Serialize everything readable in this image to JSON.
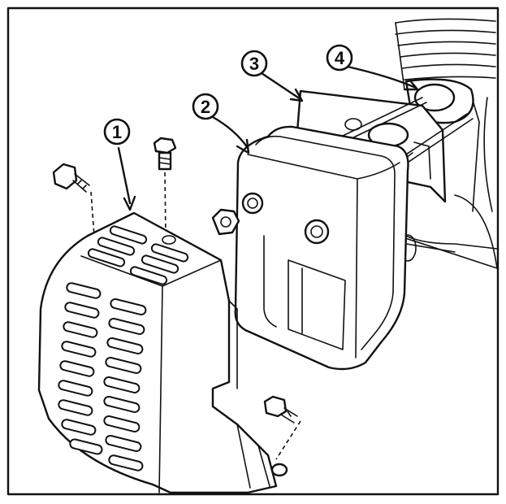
{
  "callouts": [
    {
      "id": "1",
      "label": "1",
      "part": "muffler-protector"
    },
    {
      "id": "2",
      "label": "2",
      "part": "muffler"
    },
    {
      "id": "3",
      "label": "3",
      "part": "muffler-gasket"
    },
    {
      "id": "4",
      "label": "4",
      "part": "exhaust-port-gasket"
    }
  ],
  "colors": {
    "ink": "#111111",
    "paper": "#ffffff"
  }
}
